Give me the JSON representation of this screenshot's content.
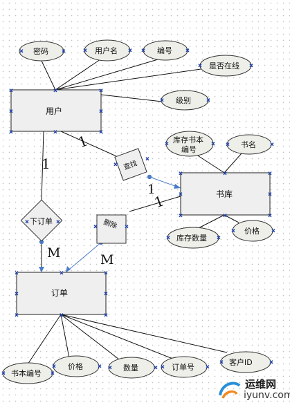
{
  "entities": {
    "user": "用户",
    "library": "书库",
    "order": "订单"
  },
  "relationships": {
    "query": "查找",
    "delete": "删除",
    "place_order": "下订单"
  },
  "attributes": {
    "password": "密码",
    "username": "用户名",
    "number": "编号",
    "online": "是否在线",
    "level": "级别",
    "stock_book_no_line1": "库存书本",
    "stock_book_no_line2": "编号",
    "book_name": "书名",
    "stock_qty": "库存数量",
    "lib_price": "价格",
    "order_book_no": "书本编号",
    "order_price": "价格",
    "quantity": "数量",
    "order_no": "订单号",
    "customer_id": "客户ID"
  },
  "cardinalities": {
    "user_query": "1",
    "user_order": "1",
    "query_library": "1",
    "delete_library": "1",
    "order_place": "M",
    "order_delete": "M"
  },
  "watermark": {
    "text_cn": "运维网",
    "text_en": "iyunv.com"
  },
  "colors": {
    "entity_fill": "#efefef",
    "connector_blue": "#4a7bc8",
    "selection_handle": "#2244aa"
  }
}
